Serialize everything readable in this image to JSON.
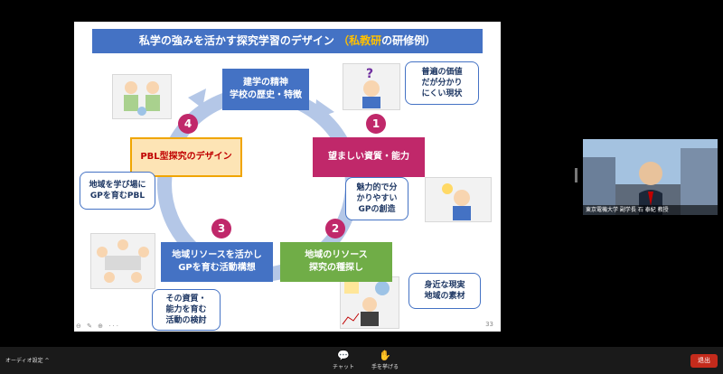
{
  "slide": {
    "title_main": "私学の強みを活かす探究学習のデザイン ",
    "title_accent_open": "（",
    "title_accent": "私教研",
    "title_suffix": "の研修例）",
    "page_number": "33",
    "controls": "⊖ ✎ ⊕ ···",
    "boxes": {
      "spirit_line1": "建学の精神",
      "spirit_line2": "学校の歴史・特徴",
      "quality": "望ましい資質・能力",
      "resource_line1": "地域のリソース",
      "resource_line2": "探究の種探し",
      "activity_line1": "地域リソースを活かし",
      "activity_line2": "GPを育む活動構想",
      "pbl": "PBL型探究のデザイン"
    },
    "numbers": [
      "1",
      "2",
      "3",
      "4"
    ],
    "callouts": {
      "universal": [
        "普遍の価値",
        "だが分かり",
        "にくい現状"
      ],
      "attractive": [
        "魅力的で分",
        "かりやすい",
        "GPの創造"
      ],
      "familiar": [
        "身近な現実",
        "地域の素材"
      ],
      "evaluate": [
        "その資質・",
        "能力を育む",
        "活動の検討"
      ],
      "region": [
        "地域を学び場に",
        "GPを育むPBL"
      ]
    }
  },
  "video": {
    "caption": "東京電機大学 副学長 石 泰紀 教授"
  },
  "toolbar": {
    "audio_settings": "オーディオ設定  ^",
    "chat": "チャット",
    "raise_hand": "手を挙げる",
    "leave": "退出"
  },
  "colors": {
    "title_bar": "#4472c4",
    "accent_magenta": "#c0286a",
    "green": "#70ad47",
    "leave_red": "#c42b1c"
  }
}
